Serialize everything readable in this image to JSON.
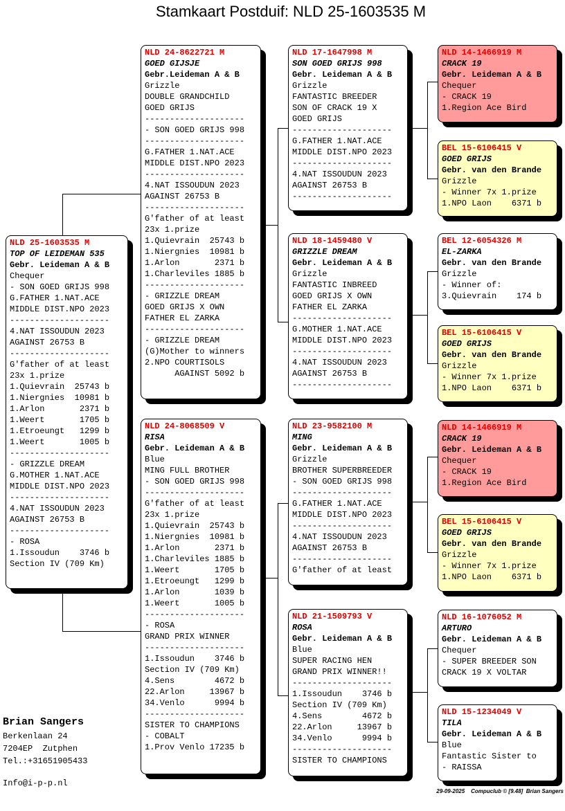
{
  "title": "Stamkaart Postduif: NLD 25-1603535 M",
  "pigeons": [
    {
      "role": "subject",
      "color": "white",
      "lines": [
        "NLD 25-1603535 M",
        "TOP OF LEIDEMAN 535",
        "Gebr. Leideman A & B",
        "Chequer",
        "- SON GOED GRIJS 998",
        "G.FATHER 1.NAT.ACE",
        "MIDDLE DIST.NPO 2023",
        "--------------------",
        "4.NAT ISSOUDUN 2023",
        "AGAINST 26753 B",
        "--------------------",
        "G'father of at least",
        "23x 1.prize",
        "1.Quievrain  25743 b",
        "1.Niergnies  10981 b",
        "1.Arlon       2371 b",
        "1.Weert       1705 b",
        "1.Etroeungt   1299 b",
        "1.Weert       1005 b",
        "--------------------",
        "- GRIZZLE DREAM",
        "G.MOTHER 1.NAT.ACE",
        "MIDDLE DIST.NPO 2023",
        "--------------------",
        "4.NAT ISSOUDUN 2023",
        "AGAINST 26753 B",
        "--------------------",
        "- ROSA",
        "1.Issoudun    3746 b",
        "Section IV (709 Km)"
      ]
    },
    {
      "role": "sire",
      "color": "white",
      "lines": [
        "NLD 24-8622721 M",
        "GOED GIJSJE",
        "Gebr.Leideman A & B",
        "Grizzle",
        "DOUBLE GRANDCHILD",
        "GOED GRIJS",
        "--------------------",
        "- SON GOED GRIJS 998",
        "--------------------",
        "G.FATHER 1.NAT.ACE",
        "MIDDLE DIST.NPO 2023",
        "--------------------",
        "4.NAT ISSOUDUN 2023",
        "AGAINST 26753 B",
        "--------------------",
        "G'father of at least",
        "23x 1.prize",
        "1.Quievrain  25743 b",
        "1.Niergnies  10981 b",
        "1.Arlon       2371 b",
        "1.Charleviles 1885 b",
        "--------------------",
        "- GRIZZLE DREAM",
        "GOED GRIJS X OWN",
        "FATHER EL ZARKA",
        "--------------------",
        "- GRIZZLE DREAM",
        "(G)Mother to winners",
        "2.NPO COURTISOLS",
        "      AGAINST 5092 b"
      ]
    },
    {
      "role": "dam",
      "color": "white",
      "lines": [
        "NLD 24-8068509 V",
        "RISA",
        "Gebr. Leideman A & B",
        "Blue",
        "MING FULL BROTHER",
        "- SON GOED GRIJS 998",
        "--------------------",
        "G'father of at least",
        "23x 1.prize",
        "1.Quievrain  25743 b",
        "1.Niergnies  10981 b",
        "1.Arlon       2371 b",
        "1.Charleviles 1885 b",
        "1.Weert       1705 b",
        "1.Etroeungt   1299 b",
        "1.Arlon       1039 b",
        "1.Weert       1005 b",
        "--------------------",
        "- ROSA",
        "GRAND PRIX WINNER",
        "--------------------",
        "1.Issoudun    3746 b",
        "Section IV (709 Km)",
        "4.Sens        4672 b",
        "22.Arlon     13967 b",
        "34.Venlo      9994 b",
        "--------------------",
        "SISTER TO CHAMPIONS",
        "- COBALT",
        "1.Prov Venlo 17235 b"
      ]
    },
    {
      "role": "grandsire-paternal",
      "color": "white",
      "lines": [
        "NLD 17-1647998 M",
        "SON GOED GRIJS 998",
        "Gebr. Leideman A & B",
        "Grizzle",
        "FANTASTIC BREEDER",
        "SON OF CRACK 19 X",
        "GOED GRIJS",
        "--------------------",
        "G.FATHER 1.NAT.ACE",
        "MIDDLE DIST.NPO 2023",
        "--------------------",
        "4.NAT ISSOUDUN 2023",
        "AGAINST 26753 B",
        "--------------------"
      ]
    },
    {
      "role": "granddam-paternal",
      "color": "white",
      "lines": [
        "NLD 18-1459480 V",
        "GRIZZLE DREAM",
        "Gebr. Leideman A & B",
        "Grizzle",
        "FANTASTIC INBREED",
        "GOED GRIJS X OWN",
        "FATHER EL ZARKA",
        "--------------------",
        "G.MOTHER 1.NAT.ACE",
        "MIDDLE DIST.NPO 2023",
        "--------------------",
        "4.NAT ISSOUDUN 2023",
        "AGAINST 26753 B",
        "--------------------"
      ]
    },
    {
      "role": "grandsire-maternal",
      "color": "white",
      "lines": [
        "NLD 23-9582100 M",
        "MING",
        "Gebr. Leideman A & B",
        "Grizzle",
        "BROTHER SUPERBREEDER",
        "- SON GOED GRIJS 998",
        "--------------------",
        "G.FATHER 1.NAT.ACE",
        "MIDDLE DIST.NPO 2023",
        "--------------------",
        "4.NAT ISSOUDUN 2023",
        "AGAINST 26753 B",
        "--------------------",
        "G'father of at least"
      ]
    },
    {
      "role": "granddam-maternal",
      "color": "white",
      "lines": [
        "NLD 21-1509793 V",
        "ROSA",
        "Gebr. Leideman A & B",
        "Blue",
        "SUPER RACING HEN",
        "GRAND PRIX WINNER!!",
        "--------------------",
        "1.Issoudun    3746 b",
        "Section IV (709 Km)",
        "4.Sens        4672 b",
        "22.Arlon     13967 b",
        "34.Venlo      9994 b",
        "--------------------",
        "SISTER TO CHAMPIONS"
      ]
    },
    {
      "role": "ggp1",
      "color": "red",
      "lines": [
        "NLD 14-1466919 M",
        "CRACK 19",
        "Gebr. Leideman A & B",
        "Chequer",
        "- CRACK 19",
        "1.Region Ace Bird"
      ]
    },
    {
      "role": "ggp2",
      "color": "yellow",
      "lines": [
        "BEL 15-6106415 V",
        "GOED GRIJS",
        "Gebr. van den Brande",
        "Grizzle",
        "- Winner 7x 1.prize",
        "1.NPO Laon    6371 b"
      ]
    },
    {
      "role": "ggp3",
      "color": "white",
      "lines": [
        "BEL 12-6054326 M",
        "EL-ZARKA",
        "Gebr. van den Brande",
        "Grizzle",
        "- Winner of:",
        "3.Quievrain    174 b"
      ]
    },
    {
      "role": "ggp4",
      "color": "yellow",
      "lines": [
        "BEL 15-6106415 V",
        "GOED GRIJS",
        "Gebr. van den Brande",
        "Grizzle",
        "- Winner 7x 1.prize",
        "1.NPO Laon    6371 b"
      ]
    },
    {
      "role": "ggp5",
      "color": "red",
      "lines": [
        "NLD 14-1466919 M",
        "CRACK 19",
        "Gebr. Leideman A & B",
        "Chequer",
        "- CRACK 19",
        "1.Region Ace Bird"
      ]
    },
    {
      "role": "ggp6",
      "color": "yellow",
      "lines": [
        "BEL 15-6106415 V",
        "GOED GRIJS",
        "Gebr. van den Brande",
        "Grizzle",
        "- Winner 7x 1.prize",
        "1.NPO Laon    6371 b"
      ]
    },
    {
      "role": "ggp7",
      "color": "white",
      "lines": [
        "NLD 16-1076052 M",
        "ARTURO",
        "Gebr. Leideman A & B",
        "Chequer",
        "- SUPER BREEDER SON",
        "CRACK 19 X VOLTAR"
      ]
    },
    {
      "role": "ggp8",
      "color": "white",
      "lines": [
        "NLD 15-1234049 V",
        "TILA",
        "Gebr. Leideman A & B",
        "Blue",
        "Fantastic Sister to",
        "- RAISSA"
      ]
    }
  ],
  "breeder": {
    "name": "Brian Sangers",
    "street": "Berkenlaan 24",
    "city": "7204EP  Zutphen",
    "phone": "Tel.:+31651905433",
    "email": "Info@i-p-p.nl"
  },
  "footer": "29-09-2025    Compuclub © [9.48]  Brian Sangers"
}
